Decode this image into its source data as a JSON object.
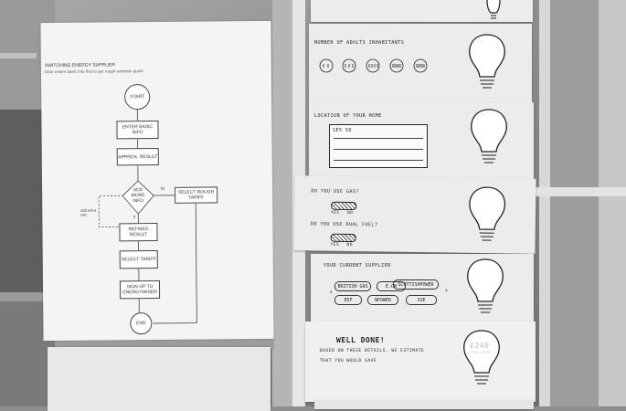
{
  "flowchart": {
    "title": "SWITCHING ENERGY SUPPLIER",
    "subtitle": "User enters basic info first to get rough estimate quote",
    "nodes": {
      "start": "START",
      "enter_basic": "ENTER BASIC INFO",
      "approx": "APPROX. RESULT",
      "add_more": "ADD MORE INFO",
      "refined": "REFINED RESULT",
      "select_tariff": "SELECT TARIFF",
      "signup": "SIGN-UP TO ENERGYWISER",
      "rough_tariff": "SELECT ROUGH TARIFF",
      "end": "END"
    },
    "labels": {
      "no": "N",
      "yes": "Y",
      "side_note": "add extra info"
    }
  },
  "cards": [
    {
      "question": "NUMBER OF ADULTS INHABITANTS"
    },
    {
      "question": "LOCATION OF YOUR HOME",
      "input_value": "SE5 5D"
    },
    {
      "question": "DO YOU USE GAS?",
      "yes": "YES",
      "no": "NO"
    },
    {
      "question": "DO YOU USE DUAL FUEL?",
      "yes": "YES",
      "no": "NO"
    },
    {
      "question": "YOUR CURRENT SUPPLIER",
      "options": [
        "BRITISH GAS",
        "E.ON",
        "SCOTTISHPOWER",
        "EDF",
        "NPOWER",
        "SSE"
      ]
    },
    {
      "title": "WELL DONE!",
      "message_line1": "BASED ON THESE DETAILS, WE ESTIMATE",
      "message_line2": "THAT YOU WOULD SAVE",
      "bulb_value": "£240",
      "bulb_caption": "PER YEAR"
    }
  ]
}
